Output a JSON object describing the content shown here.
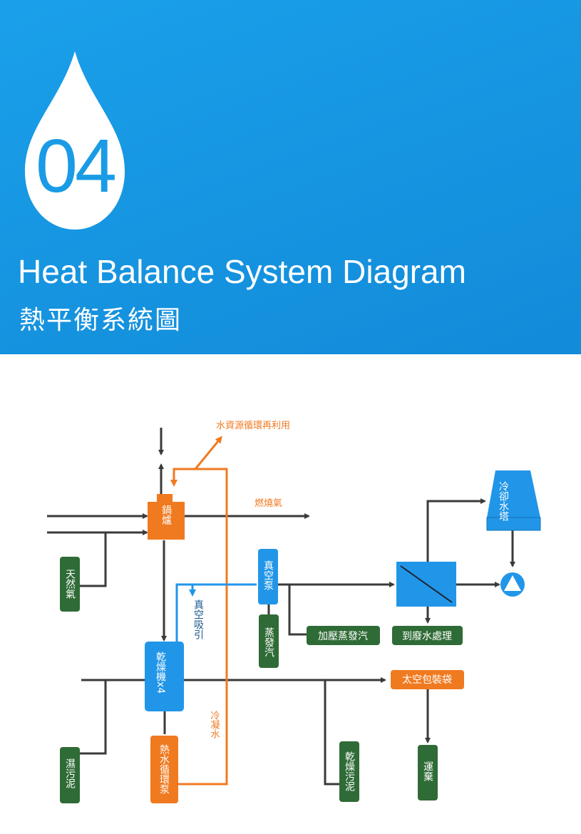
{
  "header": {
    "number": "04",
    "title_en": "Heat Balance System Diagram",
    "title_zh": "熱平衡系統圖"
  },
  "diagram": {
    "nodes": {
      "boiler": "鍋爐",
      "cooling_tower": "冷卻水塔",
      "natural_gas": "天然氣",
      "vacuum_pump": "真空泵",
      "steam": "蒸發汽",
      "pressurized_steam": "加壓蒸發汽",
      "to_wastewater": "到廢水處理",
      "dryer": "乾燥機x4",
      "hot_water_pump": "熱水循環泵",
      "space_bag": "太空包裝袋",
      "wet_sludge": "濕污泥",
      "dry_sludge": "乾燥污泥",
      "disposal": "運棄"
    },
    "annotations": {
      "water_recycle": "水資源循環再利用",
      "flue_gas": "燃燒氣",
      "vacuum_suction": "真空吸引",
      "condensate": "冷凝水"
    }
  },
  "colors": {
    "banner": "#1694e0",
    "orange": "#f07a20",
    "blue": "#2196e8",
    "green": "#2f6b36",
    "line": "#3a3a3a"
  }
}
